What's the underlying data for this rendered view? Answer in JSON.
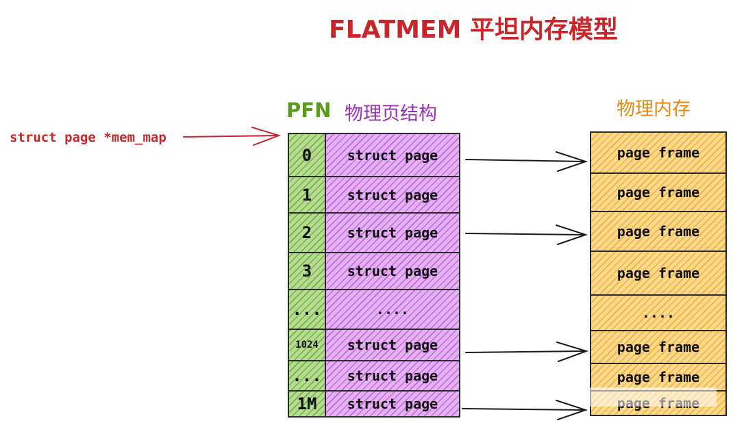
{
  "title": "FLATMEM 平坦内存模型",
  "headers": {
    "pfn": "PFN",
    "struct_page": "物理页结构",
    "physical_memory": "物理内存"
  },
  "pointer_label": "struct page *mem_map",
  "colors": {
    "title": "#c8262a",
    "pfn_column": "#b6dd8f",
    "struct_page_column": "#e6b1f2",
    "page_frame_column": "#fbd88a",
    "arrow": "#1a1a1a",
    "pointer_arrow": "#c8262a"
  },
  "pfn_rows": [
    "0",
    "1",
    "2",
    "3",
    "...",
    "1024",
    "...",
    "1M"
  ],
  "struct_page_rows": [
    "struct page",
    "struct page",
    "struct page",
    "struct page",
    "....",
    "struct page",
    "struct page",
    "struct page"
  ],
  "page_frame_rows": [
    "page frame",
    "page frame",
    "page frame",
    "page frame",
    "....",
    "page frame",
    "page frame",
    "page frame"
  ]
}
